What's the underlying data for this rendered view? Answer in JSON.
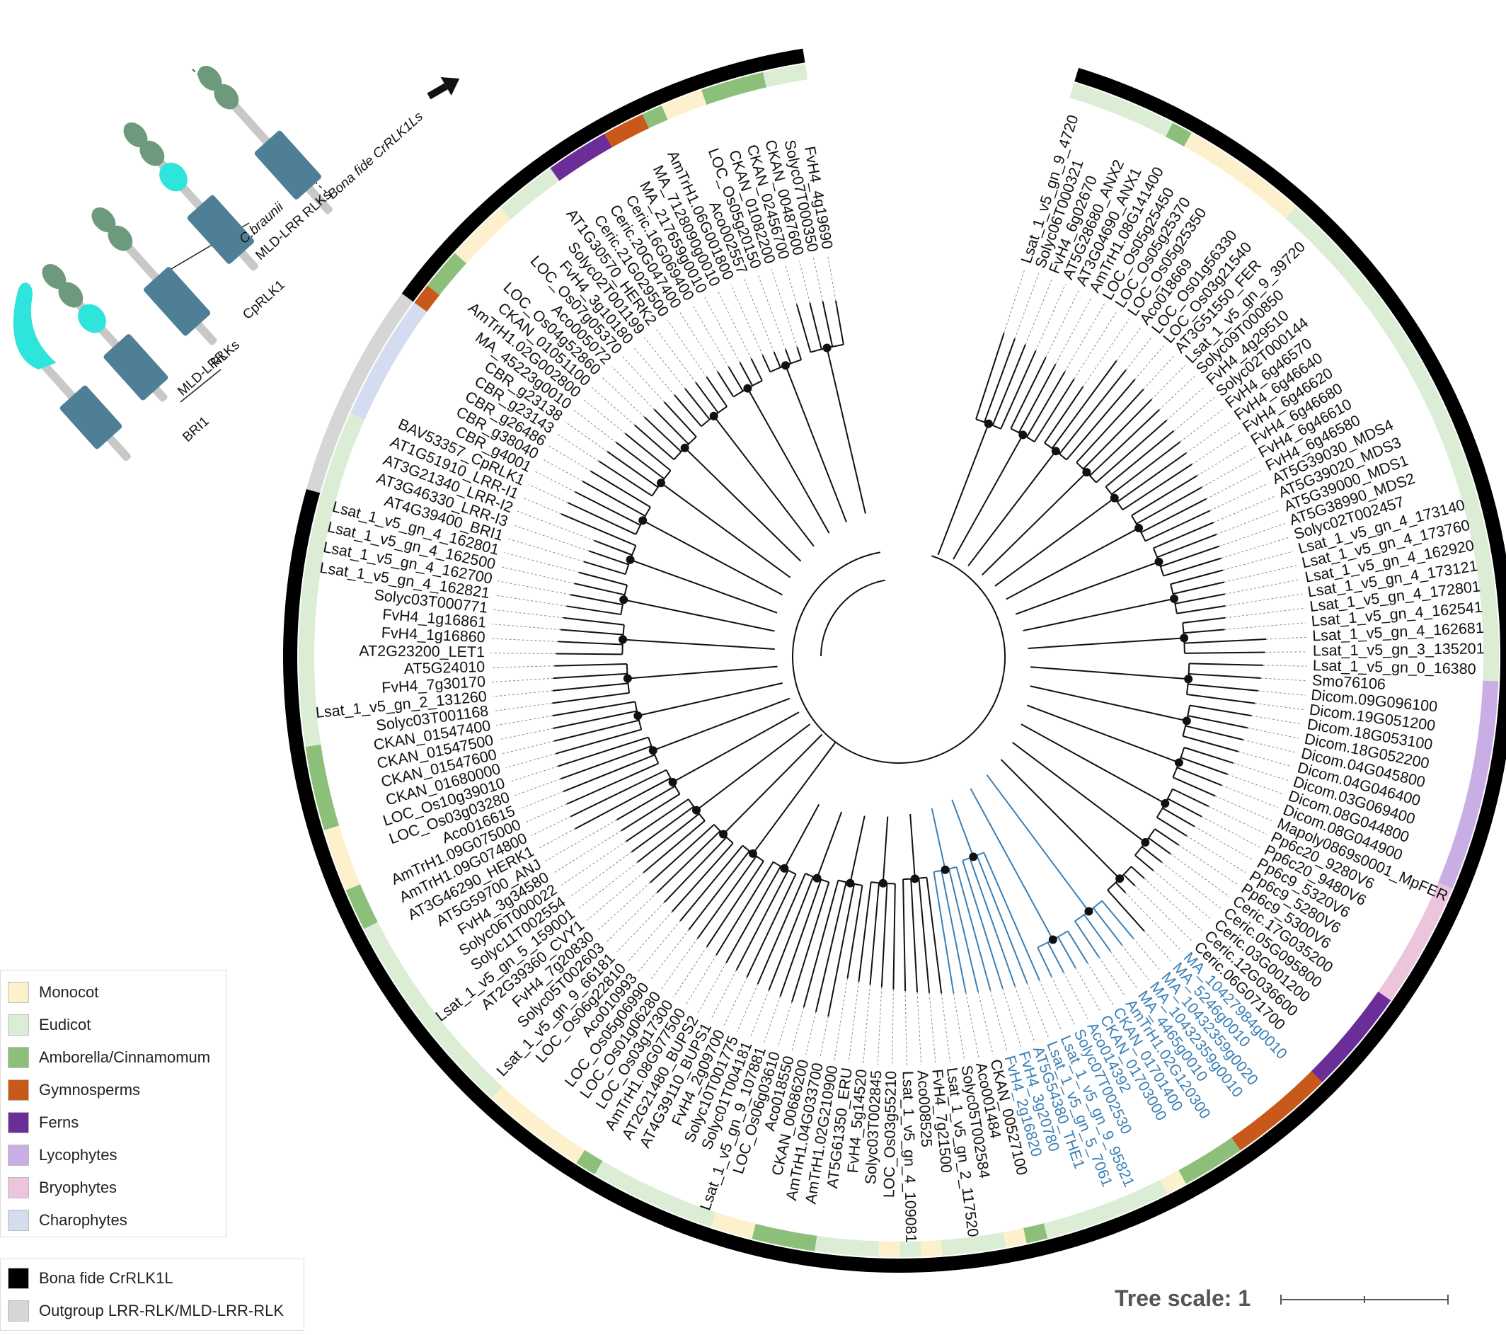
{
  "colors": {
    "Monocot": "#fdf1cd",
    "Eudicot": "#dcedd6",
    "Amborella/Cinnamomum": "#8cc07a",
    "Gymnosperms": "#c8591a",
    "Ferns": "#6b2d98",
    "Lycophytes": "#c9aee6",
    "Bryophytes": "#ecc5dd",
    "Charophytes": "#d4dcf0",
    "Bona fide CrRLK1L": "#000000",
    "Outgroup": "#d6d6d6",
    "highlight_clade": "#3a7fb5",
    "receptor_head": "#6d9a7c",
    "receptor_body": "#4e7f97",
    "receptor_mld": "#2ee5db"
  },
  "legend": {
    "taxa": [
      {
        "label": "Monocot",
        "color": "#fdf1cd"
      },
      {
        "label": "Eudicot",
        "color": "#dcedd6"
      },
      {
        "label": "Amborella/Cinnamomum",
        "color": "#8cc07a"
      },
      {
        "label": "Gymnosperms",
        "color": "#c8591a"
      },
      {
        "label": "Ferns",
        "color": "#6b2d98"
      },
      {
        "label": "Lycophytes",
        "color": "#c9aee6"
      },
      {
        "label": "Bryophytes",
        "color": "#ecc5dd"
      },
      {
        "label": "Charophytes",
        "color": "#d4dcf0"
      }
    ],
    "groups": [
      {
        "label": "Bona fide CrRLK1L",
        "color": "#000000"
      },
      {
        "label": "Outgroup LRR-RLK/MLD-LRR-RLK",
        "color": "#d6d6d6"
      }
    ]
  },
  "scale": {
    "label": "Tree scale: 1"
  },
  "annotations": {
    "bona_fide": "Bona fide CrRLK1Ls",
    "cbraunii": "C.braunii",
    "mld_lrr_rlks": "MLD-LRR RLKs",
    "cprlk1": "CpRLK1",
    "mld_lrr_a": "MLD-LRR",
    "mld_lrr_b": "RLKs",
    "bri1": "BRI1"
  },
  "tree": {
    "leaves": [
      {
        "label": "Lsat_1_v5_gn_9_4720",
        "group": "Eudicot"
      },
      {
        "label": "Solyc06T000321",
        "group": "Eudicot"
      },
      {
        "label": "FvH4_6g02670",
        "group": "Eudicot"
      },
      {
        "label": "AT5G28680_ANX2",
        "group": "Eudicot"
      },
      {
        "label": "AT3G04690_ANX1",
        "group": "Eudicot"
      },
      {
        "label": "AmTrH1.08G141400",
        "group": "Amborella/Cinnamomum"
      },
      {
        "label": "LOC_Os05g25450",
        "group": "Monocot"
      },
      {
        "label": "LOC_Os05g25370",
        "group": "Monocot"
      },
      {
        "label": "LOC_Os05g25350",
        "group": "Monocot"
      },
      {
        "label": "Aco018669",
        "group": "Monocot"
      },
      {
        "label": "LOC_Os01g56330",
        "group": "Monocot"
      },
      {
        "label": "LOC_Os03g21540",
        "group": "Monocot"
      },
      {
        "label": "AT3G51550_FER",
        "group": "Eudicot"
      },
      {
        "label": "Lsat_1_v5_gn_9_39720",
        "group": "Eudicot"
      },
      {
        "label": "Solyc09T000850",
        "group": "Eudicot"
      },
      {
        "label": "FvH4_4g29510",
        "group": "Eudicot"
      },
      {
        "label": "Solyc02T000144",
        "group": "Eudicot"
      },
      {
        "label": "FvH4_6g46570",
        "group": "Eudicot"
      },
      {
        "label": "FvH4_6g46640",
        "group": "Eudicot"
      },
      {
        "label": "FvH4_6g46620",
        "group": "Eudicot"
      },
      {
        "label": "FvH4_6g46680",
        "group": "Eudicot"
      },
      {
        "label": "FvH4_6g46610",
        "group": "Eudicot"
      },
      {
        "label": "FvH4_6g46580",
        "group": "Eudicot"
      },
      {
        "label": "AT5G39030_MDS4",
        "group": "Eudicot"
      },
      {
        "label": "AT5G39020_MDS3",
        "group": "Eudicot"
      },
      {
        "label": "AT5G39000_MDS1",
        "group": "Eudicot"
      },
      {
        "label": "AT5G38990_MDS2",
        "group": "Eudicot"
      },
      {
        "label": "Solyc02T002457",
        "group": "Eudicot"
      },
      {
        "label": "Lsat_1_v5_gn_4_173140",
        "group": "Eudicot"
      },
      {
        "label": "Lsat_1_v5_gn_4_173760",
        "group": "Eudicot"
      },
      {
        "label": "Lsat_1_v5_gn_4_162920",
        "group": "Eudicot"
      },
      {
        "label": "Lsat_1_v5_gn_4_173121",
        "group": "Eudicot"
      },
      {
        "label": "Lsat_1_v5_gn_4_172801",
        "group": "Eudicot"
      },
      {
        "label": "Lsat_1_v5_gn_4_162541",
        "group": "Eudicot"
      },
      {
        "label": "Lsat_1_v5_gn_4_162681",
        "group": "Eudicot"
      },
      {
        "label": "Lsat_1_v5_gn_3_135201",
        "group": "Eudicot"
      },
      {
        "label": "Lsat_1_v5_gn_0_16380",
        "group": "Eudicot"
      },
      {
        "label": "Smo76106",
        "group": "Lycophytes"
      },
      {
        "label": "Dicom.09G096100",
        "group": "Lycophytes"
      },
      {
        "label": "Dicom.19G051200",
        "group": "Lycophytes"
      },
      {
        "label": "Dicom.18G053100",
        "group": "Lycophytes"
      },
      {
        "label": "Dicom.18G052200",
        "group": "Lycophytes"
      },
      {
        "label": "Dicom.04G045800",
        "group": "Lycophytes"
      },
      {
        "label": "Dicom.04G046400",
        "group": "Lycophytes"
      },
      {
        "label": "Dicom.03G069400",
        "group": "Lycophytes"
      },
      {
        "label": "Dicom.08G044800",
        "group": "Lycophytes"
      },
      {
        "label": "Dicom.08G044900",
        "group": "Lycophytes"
      },
      {
        "label": "Mapoly0869s0001_MpFER",
        "group": "Bryophytes"
      },
      {
        "label": "Pp6c20_9280V6",
        "group": "Bryophytes"
      },
      {
        "label": "Pp6c20_9480V6",
        "group": "Bryophytes"
      },
      {
        "label": "Pp6c9_5320V6",
        "group": "Bryophytes"
      },
      {
        "label": "Pp6c9_5280V6",
        "group": "Bryophytes"
      },
      {
        "label": "Pp6c9_5300V6",
        "group": "Bryophytes"
      },
      {
        "label": "Ceric.17G035200",
        "group": "Ferns"
      },
      {
        "label": "Ceric.05G095800",
        "group": "Ferns"
      },
      {
        "label": "Ceric.03G001200",
        "group": "Ferns"
      },
      {
        "label": "Ceric.12G036600",
        "group": "Ferns"
      },
      {
        "label": "Ceric.06G071700",
        "group": "Ferns"
      },
      {
        "label": "MA_10427984g0010",
        "group": "Gymnosperms",
        "hl": true
      },
      {
        "label": "MA_5246g0010",
        "group": "Gymnosperms",
        "hl": true
      },
      {
        "label": "MA_10432359g0020",
        "group": "Gymnosperms",
        "hl": true
      },
      {
        "label": "MA_10432359g0010",
        "group": "Gymnosperms",
        "hl": true
      },
      {
        "label": "MA_4465g0010",
        "group": "Gymnosperms",
        "hl": true
      },
      {
        "label": "AmTrH1.02G120300",
        "group": "Amborella/Cinnamomum",
        "hl": true
      },
      {
        "label": "CKAN_01701400",
        "group": "Amborella/Cinnamomum",
        "hl": true
      },
      {
        "label": "CKAN_01703000",
        "group": "Amborella/Cinnamomum",
        "hl": true
      },
      {
        "label": "Aco014392",
        "group": "Monocot",
        "hl": true
      },
      {
        "label": "Solyc07T002530",
        "group": "Eudicot",
        "hl": true
      },
      {
        "label": "Lsat_1_v5_gn_9_95821",
        "group": "Eudicot",
        "hl": true
      },
      {
        "label": "Lsat_1_v5_gn_5_7061",
        "group": "Eudicot",
        "hl": true
      },
      {
        "label": "AT5G54380_THE1",
        "group": "Eudicot",
        "hl": true
      },
      {
        "label": "FvH4_3g20780",
        "group": "Eudicot",
        "hl": true
      },
      {
        "label": "FvH4_2g16820",
        "group": "Eudicot",
        "hl": true
      },
      {
        "label": "CKAN_00527100",
        "group": "Amborella/Cinnamomum"
      },
      {
        "label": "Aco001484",
        "group": "Monocot"
      },
      {
        "label": "Solyc05T002584",
        "group": "Eudicot"
      },
      {
        "label": "Lsat_1_v5_gn_2_117520",
        "group": "Eudicot"
      },
      {
        "label": "FvH4_7g21500",
        "group": "Eudicot"
      },
      {
        "label": "Aco008525",
        "group": "Monocot"
      },
      {
        "label": "Lsat_1_v5_gn_4_109081",
        "group": "Eudicot"
      },
      {
        "label": "LOC_Os03g55210",
        "group": "Monocot"
      },
      {
        "label": "Solyc03T002845",
        "group": "Eudicot"
      },
      {
        "label": "FvH4_5g14520",
        "group": "Eudicot"
      },
      {
        "label": "AT5G61350_ERU",
        "group": "Eudicot"
      },
      {
        "label": "AmTrH1.02G210900",
        "group": "Amborella/Cinnamomum"
      },
      {
        "label": "AmTrH1.04G033700",
        "group": "Amborella/Cinnamomum"
      },
      {
        "label": "CKAN_00686200",
        "group": "Amborella/Cinnamomum"
      },
      {
        "label": "Aco018550",
        "group": "Monocot"
      },
      {
        "label": "LOC_Os06g03610",
        "group": "Monocot"
      },
      {
        "label": "Lsat_1_v5_gn_9_107881",
        "group": "Eudicot"
      },
      {
        "label": "Solyc01T004181",
        "group": "Eudicot"
      },
      {
        "label": "Solyc10T001775",
        "group": "Eudicot"
      },
      {
        "label": "FvH4_2g09700",
        "group": "Eudicot"
      },
      {
        "label": "AT4G39110_BUPS1",
        "group": "Eudicot"
      },
      {
        "label": "AT2G21480_BUPS2",
        "group": "Eudicot"
      },
      {
        "label": "AmTrH1.08G077500",
        "group": "Amborella/Cinnamomum"
      },
      {
        "label": "LOC_Os03g17300",
        "group": "Monocot"
      },
      {
        "label": "LOC_Os01g06280",
        "group": "Monocot"
      },
      {
        "label": "LOC_Os05g06990",
        "group": "Monocot"
      },
      {
        "label": "Aco010993",
        "group": "Monocot"
      },
      {
        "label": "LOC_Os06g22810",
        "group": "Monocot"
      },
      {
        "label": "Lsat_1_v5_gn_9_66181",
        "group": "Eudicot"
      },
      {
        "label": "Solyc05T002603",
        "group": "Eudicot"
      },
      {
        "label": "FvH4_7g20830",
        "group": "Eudicot"
      },
      {
        "label": "AT2G39360_CVY1",
        "group": "Eudicot"
      },
      {
        "label": "Lsat_1_v5_gn_5_159001",
        "group": "Eudicot"
      },
      {
        "label": "Solyc11T002554",
        "group": "Eudicot"
      },
      {
        "label": "Solyc06T000022",
        "group": "Eudicot"
      },
      {
        "label": "FvH4_3g34580",
        "group": "Eudicot"
      },
      {
        "label": "AT5G59700_ANJ",
        "group": "Eudicot"
      },
      {
        "label": "AT3G46290_HERK1",
        "group": "Eudicot"
      },
      {
        "label": "AmTrH1.09G074800",
        "group": "Amborella/Cinnamomum"
      },
      {
        "label": "AmTrH1.09G075000",
        "group": "Amborella/Cinnamomum"
      },
      {
        "label": "Aco016615",
        "group": "Monocot"
      },
      {
        "label": "LOC_Os03g03280",
        "group": "Monocot"
      },
      {
        "label": "LOC_Os10g39010",
        "group": "Monocot"
      },
      {
        "label": "CKAN_01680000",
        "group": "Amborella/Cinnamomum"
      },
      {
        "label": "CKAN_01547600",
        "group": "Amborella/Cinnamomum"
      },
      {
        "label": "CKAN_01547500",
        "group": "Amborella/Cinnamomum"
      },
      {
        "label": "CKAN_01547400",
        "group": "Amborella/Cinnamomum"
      },
      {
        "label": "Solyc03T001168",
        "group": "Eudicot"
      },
      {
        "label": "Lsat_1_v5_gn_2_131260",
        "group": "Eudicot"
      },
      {
        "label": "FvH4_7g30170",
        "group": "Eudicot"
      },
      {
        "label": "AT5G24010",
        "group": "Eudicot"
      },
      {
        "label": "AT2G23200_LET1",
        "group": "Eudicot"
      },
      {
        "label": "FvH4_1g16860",
        "group": "Eudicot"
      },
      {
        "label": "FvH4_1g16861",
        "group": "Eudicot"
      },
      {
        "label": "Solyc03T000771",
        "group": "Eudicot"
      },
      {
        "label": "Lsat_1_v5_gn_4_162821",
        "group": "Eudicot"
      },
      {
        "label": "Lsat_1_v5_gn_4_162700",
        "group": "Eudicot"
      },
      {
        "label": "Lsat_1_v5_gn_4_162500",
        "group": "Eudicot"
      },
      {
        "label": "Lsat_1_v5_gn_4_162801",
        "group": "Eudicot"
      },
      {
        "label": "AT4G39400_BRI1",
        "group": "Eudicot",
        "outgroup": true
      },
      {
        "label": "AT3G46330_LRR-I3",
        "group": "Eudicot",
        "outgroup": true
      },
      {
        "label": "AT3G21340_LRR-I2",
        "group": "Eudicot",
        "outgroup": true
      },
      {
        "label": "AT1G51910_LRR-I1",
        "group": "Eudicot",
        "outgroup": true
      },
      {
        "label": "BAV53357_CpRLK1",
        "group": "Charophytes",
        "outgroup": true
      },
      {
        "label": "CBR_g4001",
        "group": "Charophytes",
        "outgroup": true
      },
      {
        "label": "CBR_g38040",
        "group": "Charophytes",
        "outgroup": true
      },
      {
        "label": "CBR_g26486",
        "group": "Charophytes",
        "outgroup": true
      },
      {
        "label": "CBR_g23143",
        "group": "Charophytes",
        "outgroup": true
      },
      {
        "label": "CBR_g23138",
        "group": "Charophytes",
        "outgroup": true
      },
      {
        "label": "MA_45223g0010",
        "group": "Gymnosperms"
      },
      {
        "label": "AmTrH1.02G002800",
        "group": "Amborella/Cinnamomum"
      },
      {
        "label": "CKAN_01051100",
        "group": "Amborella/Cinnamomum"
      },
      {
        "label": "LOC_Os04g52860",
        "group": "Monocot"
      },
      {
        "label": "Aco005072",
        "group": "Monocot"
      },
      {
        "label": "LOC_Os07g05370",
        "group": "Monocot"
      },
      {
        "label": "FvH4_3g10180",
        "group": "Eudicot"
      },
      {
        "label": "Solyc02T001199",
        "group": "Eudicot"
      },
      {
        "label": "AT1G30570_HERK2",
        "group": "Eudicot"
      },
      {
        "label": "Ceric.21G029500",
        "group": "Ferns"
      },
      {
        "label": "Ceric.20G047400",
        "group": "Ferns"
      },
      {
        "label": "Ceric.16G069400",
        "group": "Ferns"
      },
      {
        "label": "MA_217659g0010",
        "group": "Gymnosperms"
      },
      {
        "label": "MA_7128090g0010",
        "group": "Gymnosperms"
      },
      {
        "label": "AmTrH1.06G001800",
        "group": "Amborella/Cinnamomum"
      },
      {
        "label": "Aco002557",
        "group": "Monocot"
      },
      {
        "label": "LOC_Os05g20150",
        "group": "Monocot"
      },
      {
        "label": "CKAN_01082200",
        "group": "Amborella/Cinnamomum"
      },
      {
        "label": "CKAN_02456700",
        "group": "Amborella/Cinnamomum"
      },
      {
        "label": "CKAN_00487600",
        "group": "Amborella/Cinnamomum"
      },
      {
        "label": "Solyc07T000350",
        "group": "Eudicot"
      },
      {
        "label": "FvH4_4g19690",
        "group": "Eudicot"
      }
    ]
  }
}
